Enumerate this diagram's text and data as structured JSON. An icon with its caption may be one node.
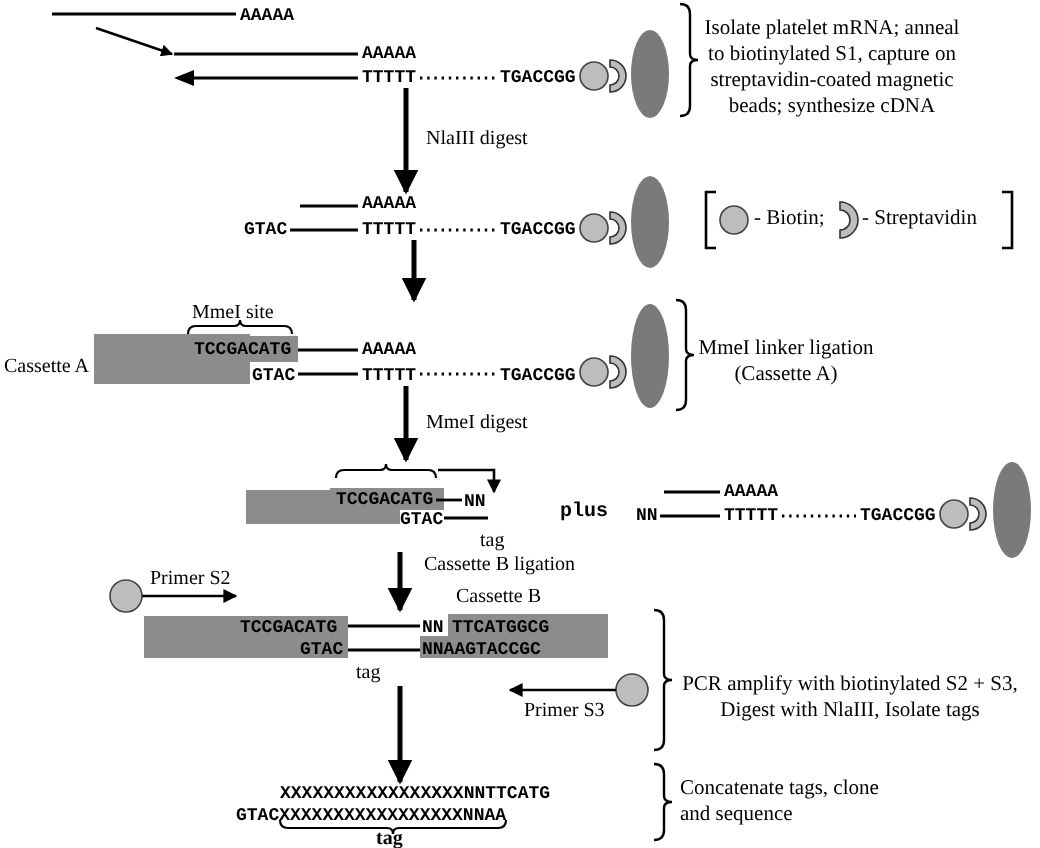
{
  "diagram": {
    "nodes": [
      {
        "text": [
          "AAAAA"
        ]
      },
      {
        "text": [
          "AAAAA",
          "TTTTT",
          "TGACCGG"
        ]
      },
      {
        "text": [
          "AAAAA",
          "GTAC",
          "TTTTT",
          "TGACCGG"
        ]
      },
      {
        "text": [
          "Cassette A",
          "MmeI site",
          "TCCGACATG",
          "AAAAA",
          "GTAC",
          "TTTTT",
          "TGACCGG"
        ]
      },
      {
        "text": [
          "TCCGACATG",
          "NN",
          "GTAC",
          "tag"
        ]
      },
      {
        "text": [
          "AAAAA",
          "NN",
          "TTTTT",
          "TGACCGG"
        ]
      },
      {
        "text": [
          "TCCGACATG",
          "NN",
          "TTCATGGCG",
          "GTAC",
          "NNAAGTACCGC",
          "tag"
        ]
      },
      {
        "text": [
          "XXXXXXXXXXXXXXXXXNNTTCATG",
          "GTACXXXXXXXXXXXXXXXXXNNAA",
          "tag"
        ]
      }
    ],
    "edges": [
      {
        "from": 0,
        "to": 1,
        "arrow": "to"
      },
      {
        "from": 1,
        "to": 2,
        "arrow": "to",
        "label": "NlaIII digest"
      },
      {
        "from": 2,
        "to": 3,
        "arrow": "to"
      },
      {
        "from": 3,
        "to": 4,
        "arrow": "to",
        "label": "MmeI digest"
      },
      {
        "from": 4,
        "to": 6,
        "arrow": "to",
        "label": "Cassette B ligation"
      },
      {
        "from": 6,
        "to": 7,
        "arrow": "to"
      }
    ],
    "labels": [
      "Isolate platelet mRNA; anneal to biotinylated S1, capture on streptavidin-coated magnetic beads; synthesize cDNA",
      "MmeI linker ligation (Cassette A)",
      "plus",
      "Primer S2",
      "Cassette B",
      "PCR amplify with biotinylated S2 + S3, Digest with NlaIII, Isolate tags",
      "Primer S3",
      "Concatenate tags, clone and sequence"
    ],
    "legend": [
      {
        "text": "- Biotin;"
      },
      {
        "text": "- Streptavidin"
      }
    ]
  }
}
